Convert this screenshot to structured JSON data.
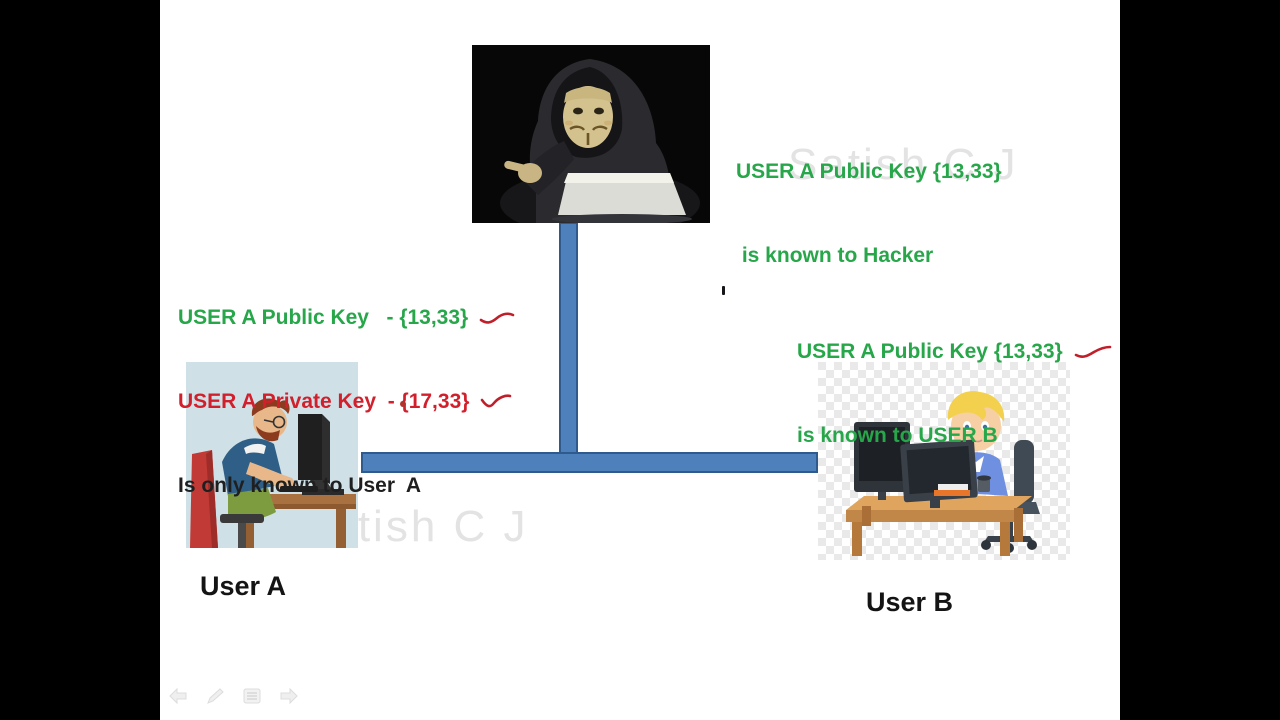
{
  "slide": {
    "watermark_text": "Satish C J",
    "hacker_note": {
      "line1": "USER A Public Key {13,33}",
      "line2": " is known to Hacker"
    },
    "user_a_keys": {
      "public_line": "USER A Public Key   - {13,33}",
      "private_line": "USER A Private Key  - {17,33}",
      "known_line": "Is only known to User  A"
    },
    "user_b_note": {
      "line1": "USER A Public Key {13,33}",
      "line2": "is known to USER B"
    },
    "labels": {
      "user_a": "User A",
      "user_b": "User B"
    }
  },
  "toolbar": {
    "previous": "previous slide",
    "pen": "pen tools",
    "menu": "slide menu",
    "next": "next slide"
  },
  "colors": {
    "public_key_green": "#27a64a",
    "private_key_red": "#d21f2c",
    "connector_blue_fill": "#4e80bb",
    "connector_blue_border": "#2e5a8e",
    "watermark_gray": "#e3e3e3"
  }
}
